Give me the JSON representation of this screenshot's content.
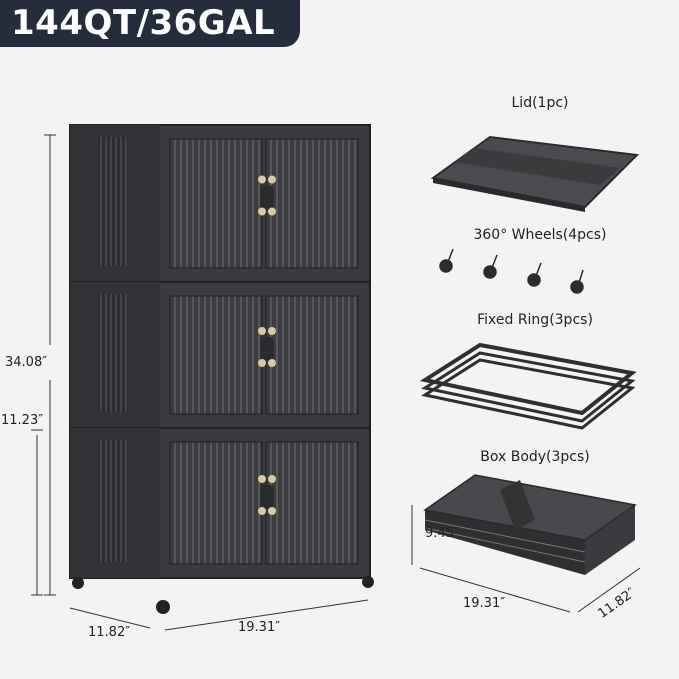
{
  "badge": {
    "text": "144QT/36GAL"
  },
  "dimensions": {
    "total_height": "34.08″",
    "tier_height": "11.23″",
    "depth_bottom": "11.82″",
    "width_bottom": "19.31″",
    "box_height": "9.45″",
    "box_width": "19.31″",
    "box_depth": "11.82″"
  },
  "parts": [
    {
      "label": "Lid(1pc)",
      "icon": "lid-icon"
    },
    {
      "label": "360°  Wheels(4pcs)",
      "icon": "wheel-icon"
    },
    {
      "label": "Fixed  Ring(3pcs)",
      "icon": "ring-icon"
    },
    {
      "label": "Box  Body(3pcs)",
      "icon": "box-body-icon"
    }
  ],
  "colors": {
    "badge": "#252c3b",
    "product": "#3a3b3d",
    "background": "#f3f3f3"
  }
}
